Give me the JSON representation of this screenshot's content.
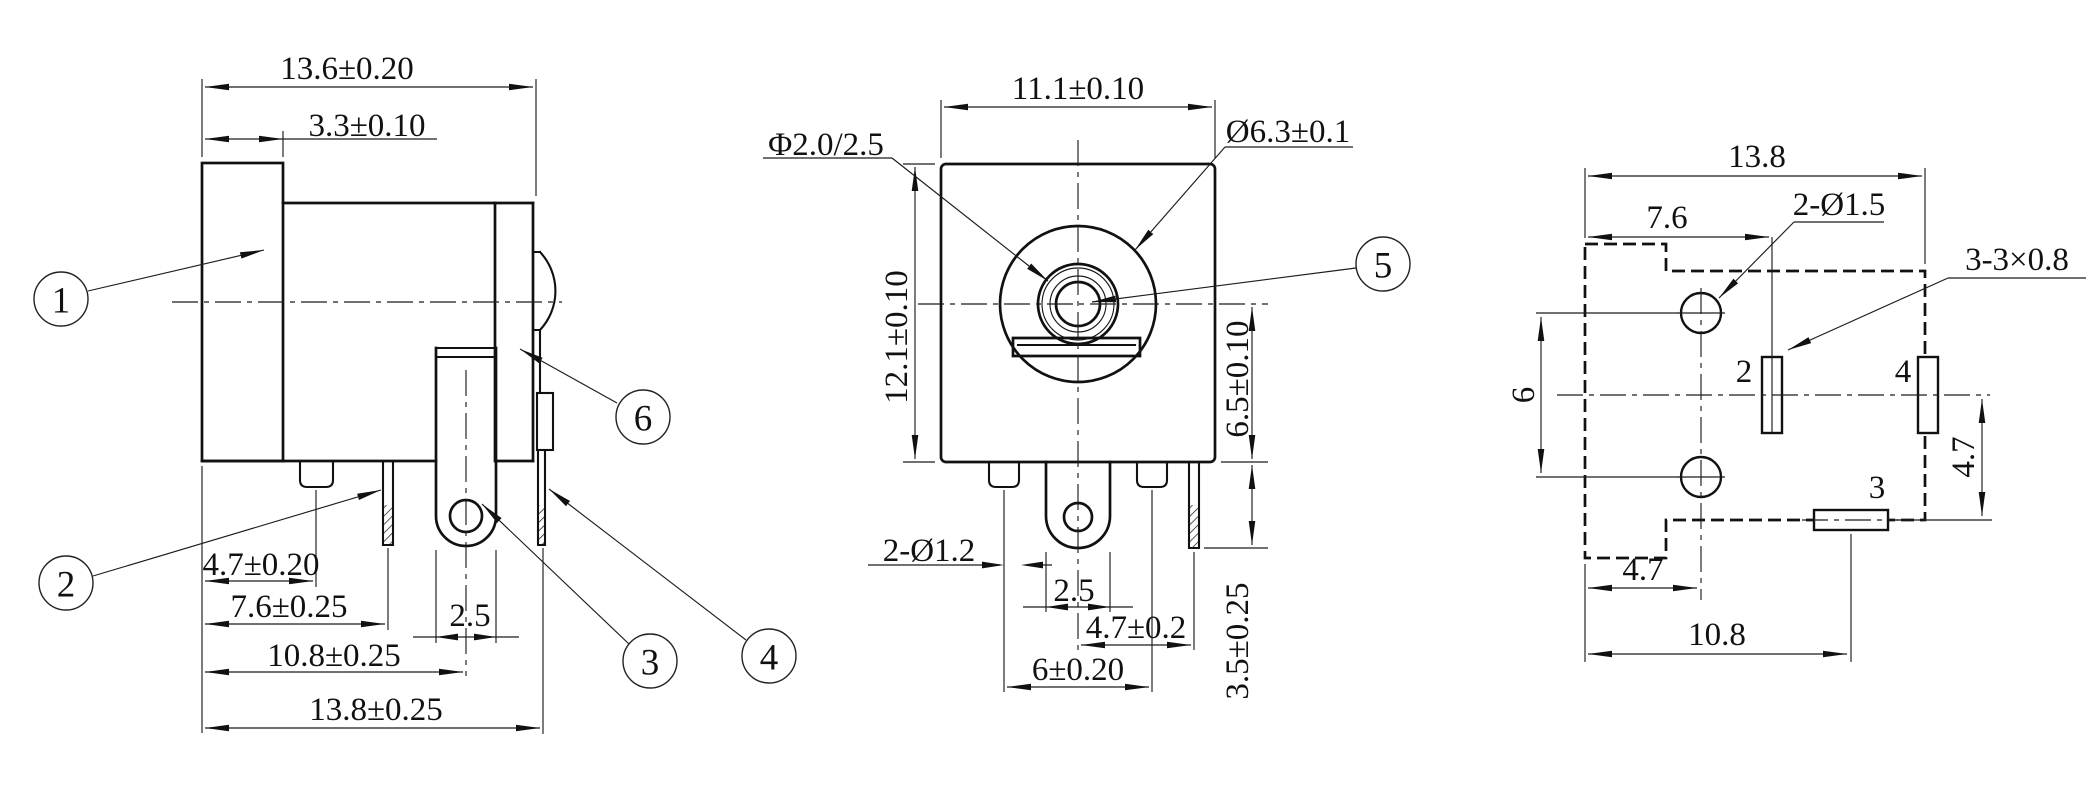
{
  "drawing": {
    "side_view": {
      "dims": {
        "width_total": "13.6±0.20",
        "flange": "3.3±0.10",
        "pin1_offset": "4.7±0.20",
        "pin2_offset": "7.6±0.25",
        "lug_width": "2.5",
        "lug_center": "10.8±0.25",
        "tail_offset": "13.8±0.25"
      },
      "balloons": {
        "b1": "1",
        "b2": "2",
        "b3": "3",
        "b4": "4",
        "b6": "6"
      }
    },
    "front_view": {
      "dims": {
        "width": "11.1±0.10",
        "height": "12.1±0.10",
        "pin_dia": "Φ2.0/2.5",
        "barrel_dia": "Ø6.3±0.1",
        "center_to_bottom": "6.5±0.10",
        "leg_length": "3.5±0.25",
        "leg_holes": "2-Ø1.2",
        "lug_width": "2.5",
        "pin_offset": "4.7±0.2",
        "leg_span": "6±0.20"
      },
      "balloons": {
        "b5": "5"
      }
    },
    "footprint_view": {
      "dims": {
        "width_total": "13.8",
        "hole_offset": "7.6",
        "hole_dia": "2-Ø1.5",
        "pad_size": "3-3×0.8",
        "hole_span": "6",
        "flange_to_hole": "4.7",
        "pad3_offset": "10.8",
        "pad_drop": "4.7"
      },
      "pads": {
        "p2": "2",
        "p3": "3",
        "p4": "4"
      }
    }
  }
}
